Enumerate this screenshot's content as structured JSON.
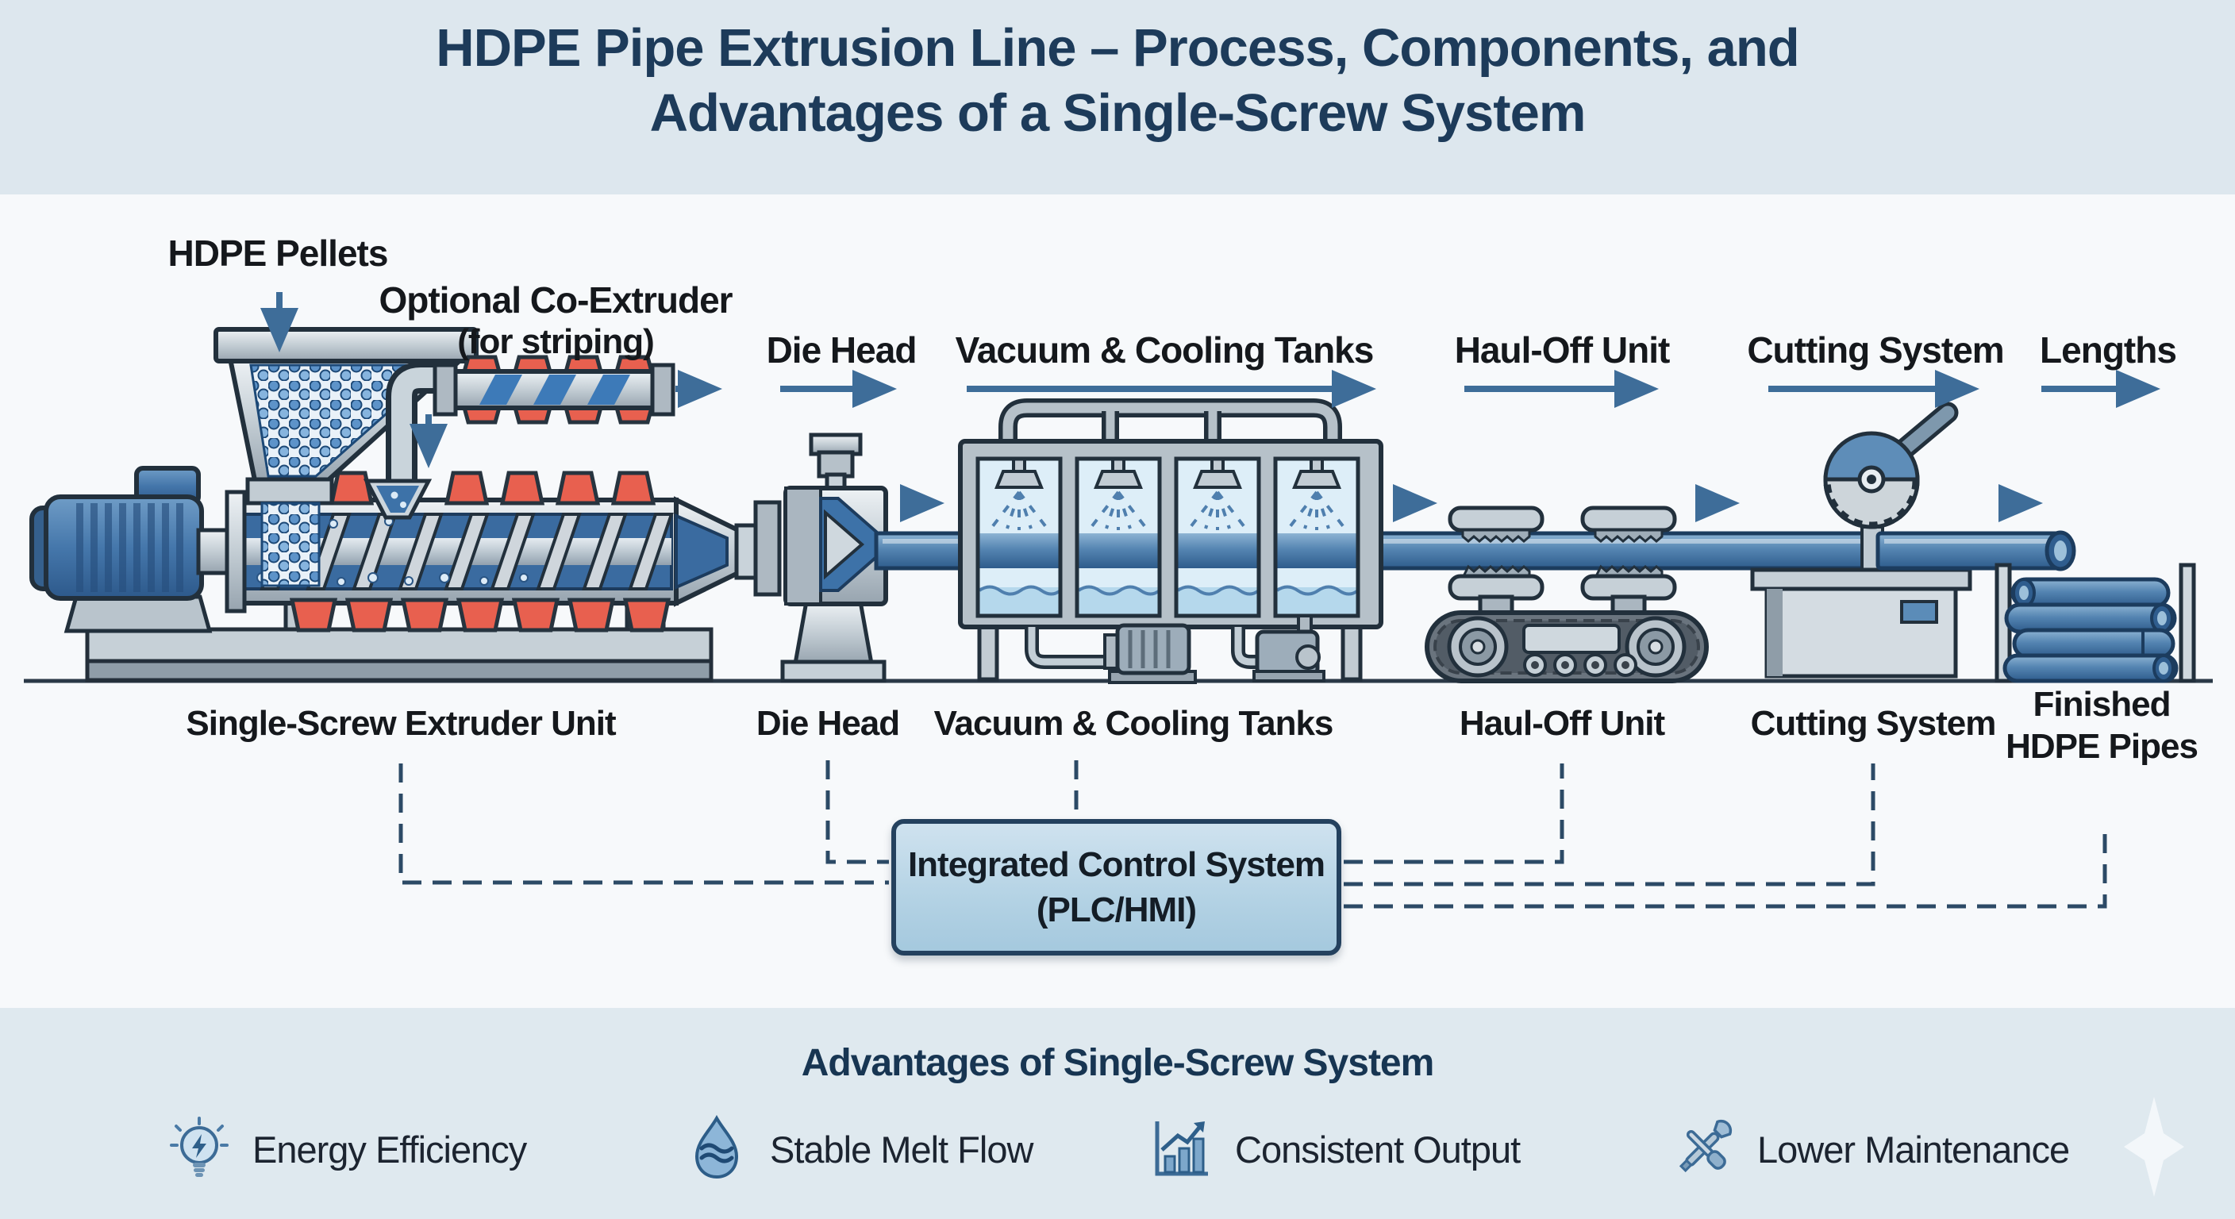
{
  "title": {
    "line1": "HDPE Pipe Extrusion Line – Process, Components, and",
    "line2": "Advantages of a Single-Screw System"
  },
  "process_flow": {
    "top_labels": [
      {
        "text": "HDPE Pellets"
      },
      {
        "text": "Optional Co-Extruder",
        "subtext": "(for striping)"
      },
      {
        "text": "Die Head"
      },
      {
        "text": "Vacuum & Cooling Tanks"
      },
      {
        "text": "Haul-Off Unit"
      },
      {
        "text": "Cutting System"
      },
      {
        "text": "Lengths"
      }
    ],
    "bottom_labels": [
      {
        "text": "Single-Screw Extruder Unit"
      },
      {
        "text": "Die Head"
      },
      {
        "text": "Vacuum & Cooling Tanks"
      },
      {
        "text": "Haul-Off Unit"
      },
      {
        "text": "Cutting System"
      },
      {
        "text": "Finished HDPE Pipes"
      }
    ]
  },
  "control_box": {
    "line1": "Integrated Control System",
    "line2": "(PLC/HMI)"
  },
  "advantages": {
    "heading": "Advantages of Single-Screw System",
    "items": [
      {
        "icon": "lightbulb-energy-icon",
        "label": "Energy Efficiency"
      },
      {
        "icon": "water-drop-icon",
        "label": "Stable Melt Flow"
      },
      {
        "icon": "bar-chart-icon",
        "label": "Consistent Output"
      },
      {
        "icon": "crossed-tools-icon",
        "label": "Lower Maintenance"
      }
    ]
  },
  "colors": {
    "header_band": "#dde7ee",
    "footer_band": "#dfe9ef",
    "canvas": "#f7f9fb",
    "title_navy": "#1d3b5a",
    "label_dark": "#15181c",
    "flow_arrow_blue": "#3e6d99",
    "dashed_connector": "#2c4a66",
    "machine_blue": "#4577ab",
    "pipe_blue": "#5585b2",
    "heater_red": "#e8604f",
    "metal_light": "#d7dde2",
    "metal_mid": "#b6c1c9",
    "outline": "#22303c",
    "control_box_fill": "#b3d2e4",
    "water_light": "#ddeef8"
  }
}
